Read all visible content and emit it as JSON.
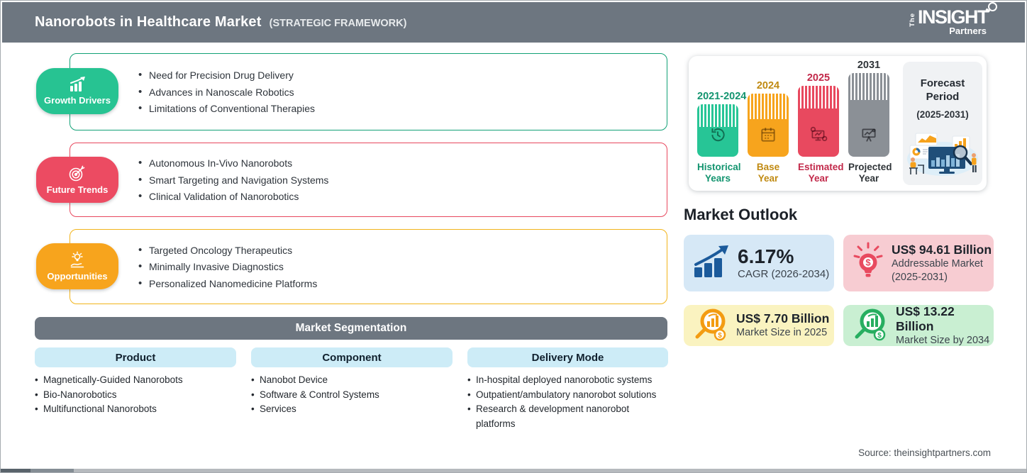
{
  "header": {
    "title": "Nanorobots in Healthcare Market",
    "subtitle": "(STRATEGIC FRAMEWORK)",
    "logo": {
      "the": "The",
      "insight": "INSIGHT",
      "partners": "Partners"
    }
  },
  "sections": [
    {
      "label": "Growth Drivers",
      "items": [
        "Need for Precision Drug Delivery",
        "Advances in Nanoscale Robotics",
        "Limitations of Conventional Therapies"
      ]
    },
    {
      "label": "Future Trends",
      "items": [
        "Autonomous In-Vivo Nanorobots",
        "Smart Targeting and Navigation Systems",
        "Clinical Validation of Nanorobotics"
      ]
    },
    {
      "label": "Opportunities",
      "items": [
        "Targeted Oncology Therapeutics",
        "Minimally Invasive Diagnostics",
        "Personalized Nanomedicine Platforms"
      ]
    }
  ],
  "segmentation": {
    "title": "Market Segmentation",
    "columns": [
      {
        "header": "Product",
        "items": [
          "Magnetically-Guided Nanorobots",
          "Bio-Nanorobotics",
          "Multifunctional Nanorobots"
        ]
      },
      {
        "header": "Component",
        "items": [
          "Nanobot Device",
          "Software & Control Systems",
          "Services"
        ]
      },
      {
        "header": "Delivery Mode",
        "items": [
          "In-hospital deployed nanorobotic systems",
          "Outpatient/ambulatory nanorobot solutions",
          "Research & development nanorobot platforms"
        ]
      }
    ]
  },
  "timeline": {
    "bars": [
      {
        "year": "2021-2024",
        "caption": "Historical Years"
      },
      {
        "year": "2024",
        "caption": "Base Year"
      },
      {
        "year": "2025",
        "caption": "Estimated Year"
      },
      {
        "year": "2031",
        "caption": "Projected Year"
      }
    ],
    "forecast": {
      "title": "Forecast Period",
      "period": "(2025-2031)"
    }
  },
  "outlook": {
    "title": "Market Outlook",
    "cards": [
      {
        "value": "6.17%",
        "label": "CAGR (2026-2034)"
      },
      {
        "value": "US$ 94.61 Billion",
        "label": "Addressable Market (2025-2031)"
      },
      {
        "value": "US$ 7.70 Billion",
        "label": "Market Size in 2025"
      },
      {
        "value": "US$ 13.22 Billion",
        "label": "Market Size by 2034"
      }
    ]
  },
  "footer": {
    "source": "Source: theinsightpartners.com"
  },
  "colors": {
    "header_bg": "#6d7680",
    "growth_green": "#27c392",
    "trends_red": "#ec4b62",
    "opportunities_orange": "#f7a41d",
    "projected_gray": "#8b9096",
    "segment_header_bg": "#cdecf7",
    "outlook_blue_bg": "#d6e8f6",
    "outlook_pink_bg": "#f7ccd2",
    "outlook_yellow_bg": "#faf3c0",
    "outlook_green_bg": "#c9efd2",
    "cagr_icon_blue": "#1b5a9b"
  },
  "icons": {
    "growth_drivers": "rising-bar-chart-icon",
    "future_trends": "target-dart-icon",
    "opportunities": "hand-bulb-icon",
    "historical_years": "history-clock-icon",
    "base_year": "calendar-icon",
    "estimated_year": "monitor-gear-icon",
    "projected_year": "presentation-chart-icon",
    "cagr": "growth-chart-arrow-icon",
    "addressable_market": "dollar-bulb-icon",
    "market_size_2025": "magnifier-bars-icon",
    "market_size_2034": "magnifier-bars-icon"
  }
}
